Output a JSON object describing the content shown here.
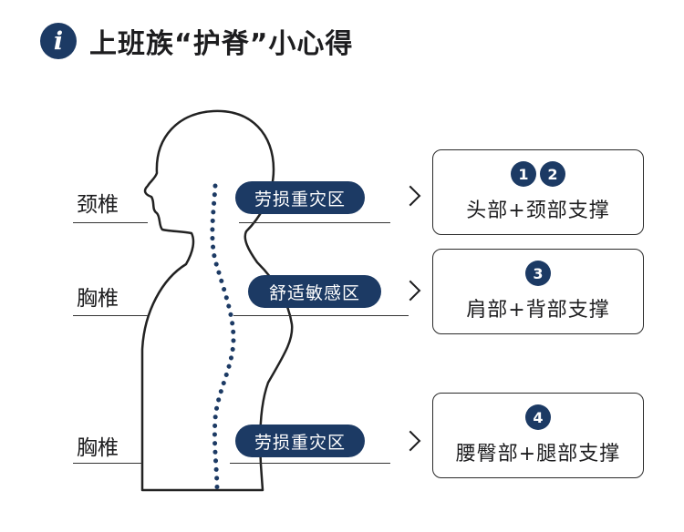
{
  "header": {
    "icon": "i",
    "title": "上班族“护脊”小心得"
  },
  "labels": {
    "neck": "颈椎",
    "chest": "胸椎",
    "lower": "胸椎"
  },
  "zones": [
    {
      "label": "劳损重灾区",
      "badges": [
        "1",
        "2"
      ],
      "support": "头部+颈部支撑"
    },
    {
      "label": "舒适敏感区",
      "badges": [
        "3"
      ],
      "support": "肩部+背部支撑"
    },
    {
      "label": "劳损重灾区",
      "badges": [
        "4"
      ],
      "support": "腰臀部+腿部支撑"
    }
  ],
  "colors": {
    "accent": "#1c3a64",
    "line": "#222222"
  }
}
